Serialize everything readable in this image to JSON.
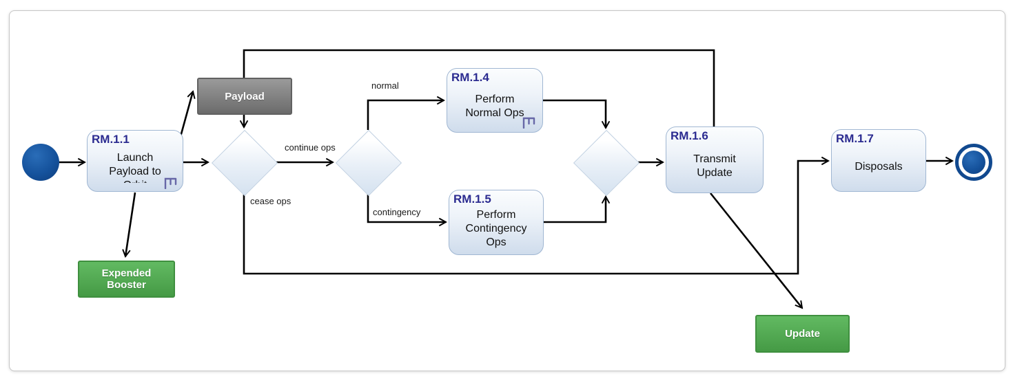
{
  "diagram": {
    "kind": "activity-diagram",
    "nodes": {
      "start": {
        "type": "initial-node"
      },
      "rm_1_1": {
        "number": "RM.1.1",
        "label": "Launch\nPayload to",
        "clipped_label": "Orbit",
        "decomposed_rake_icon": true
      },
      "payload": {
        "label": "Payload",
        "type": "object-node"
      },
      "expended_booster": {
        "label": "Expended\nBooster",
        "type": "object-node"
      },
      "decision_main": {
        "type": "decision-node"
      },
      "decision_ops": {
        "type": "decision-node"
      },
      "rm_1_4": {
        "number": "RM.1.4",
        "label": "Perform\nNormal Ops",
        "decomposed_rake_icon": true
      },
      "rm_1_5": {
        "number": "RM.1.5",
        "label": "Perform\nContingency\nOps"
      },
      "merge_ops": {
        "type": "merge-node"
      },
      "rm_1_6": {
        "number": "RM.1.6",
        "label": "Transmit\nUpdate"
      },
      "rm_1_7": {
        "number": "RM.1.7",
        "label": "Disposals"
      },
      "update": {
        "label": "Update",
        "type": "object-node"
      },
      "end": {
        "type": "final-node"
      }
    },
    "edge_labels": {
      "normal": "normal",
      "continue_ops": "continue ops",
      "cease_ops": "cease ops",
      "contingency": "contingency"
    },
    "colors": {
      "action_border": "#9fb6d2",
      "action_fill_bottom": "#cfdcec",
      "action_number_text": "#2b2b90",
      "object_green": "#4ea84e",
      "object_green_border": "#3f8f3f",
      "object_gray": "#7a7a7a",
      "node_blue": "#11498f",
      "edge": "#000000",
      "rake_icon": "#6767a7"
    }
  }
}
